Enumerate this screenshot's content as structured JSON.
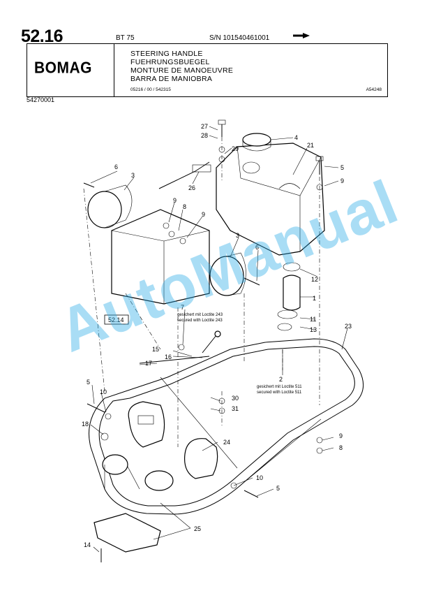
{
  "header": {
    "page_number": "52.16",
    "model": "BT 75",
    "serial": "S/N 101540461001",
    "brand": "BOMAG",
    "titles": [
      "STEERING HANDLE",
      "FUEHRUNGSBUEGEL",
      "MONTURE DE MANOEUVRE",
      "BARRA DE MANIOBRA"
    ],
    "doc_ref": "05216 / 00 / 542315",
    "doc_code": "A54248",
    "part_number": "54270001"
  },
  "diagram": {
    "callouts": [
      "27",
      "28",
      "29",
      "4",
      "21",
      "5",
      "9",
      "6",
      "3",
      "26",
      "9",
      "8",
      "9",
      "3",
      "6",
      "12",
      "1",
      "11",
      "13",
      "23",
      "52.14",
      "7",
      "15",
      "16",
      "17",
      "2",
      "5",
      "10",
      "30",
      "31",
      "18",
      "24",
      "9",
      "8",
      "10",
      "5",
      "25",
      "14"
    ],
    "notes": {
      "note_7_de": "gesichert mit Loctite 243",
      "note_7_en": "secured with Loctite 243",
      "note_2_de": "gesichert mit Loctite 511",
      "note_2_en": "secured with Loctite 511"
    }
  },
  "watermark": "AutoManual",
  "colors": {
    "watermark": "#28aae6",
    "ink": "#000000"
  }
}
